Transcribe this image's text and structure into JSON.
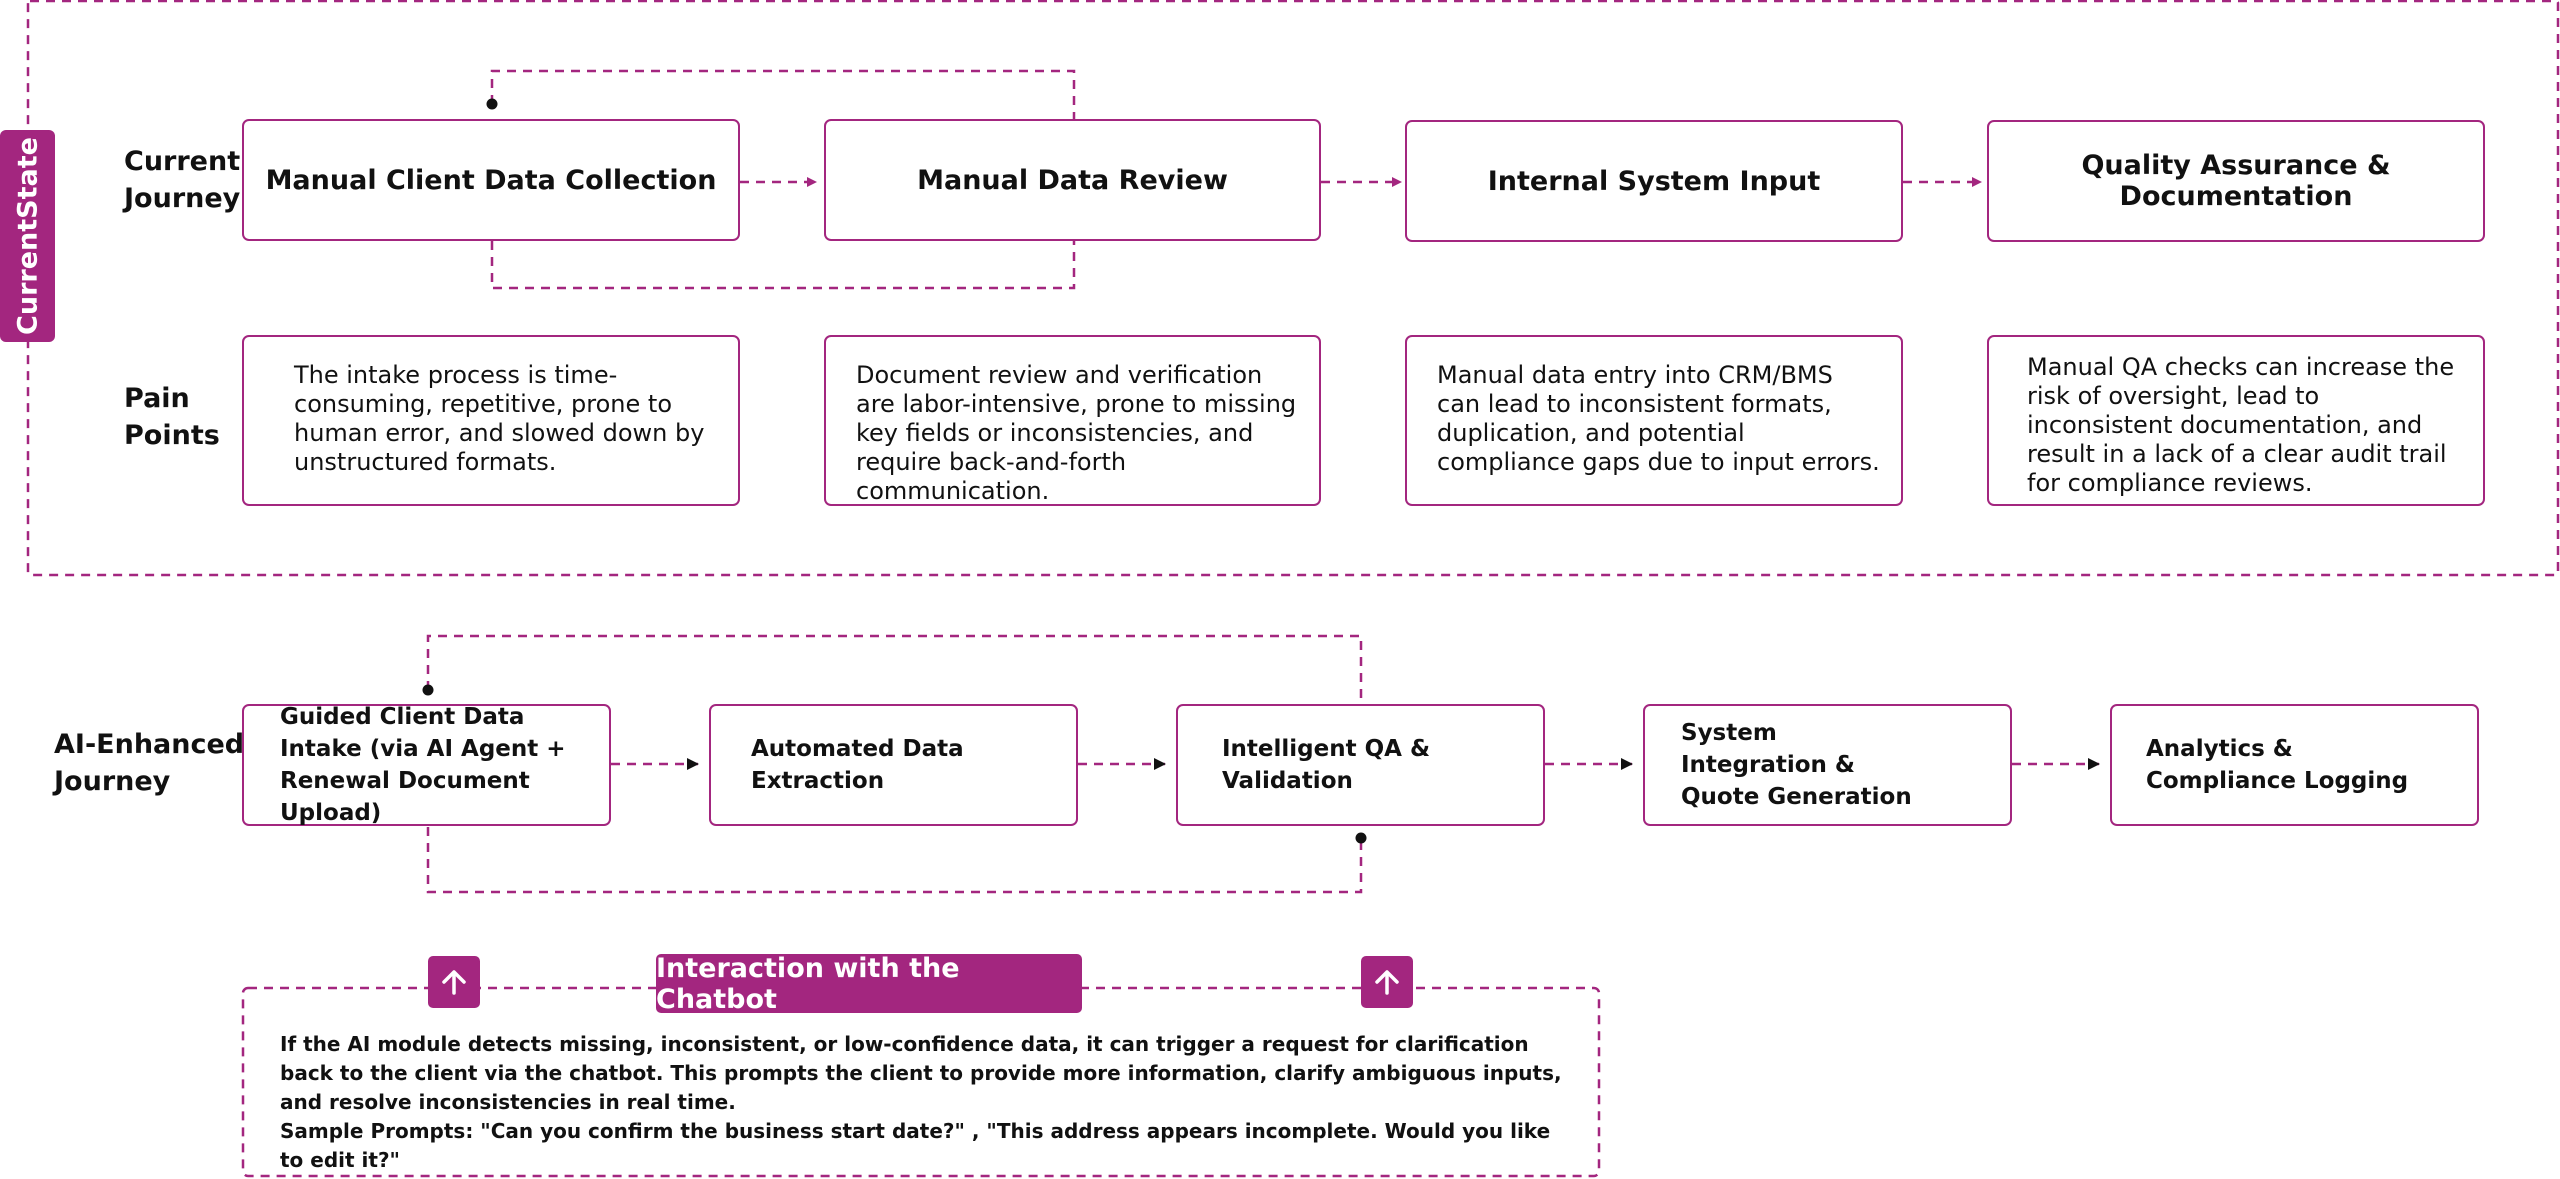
{
  "colors": {
    "accent": "#a3267f",
    "arrow": "#111111"
  },
  "current_state": {
    "tab_label": "CurrentState",
    "journey_label": "Current\nJourney",
    "pain_label": "Pain\nPoints",
    "stages": [
      "Manual Client Data Collection",
      "Manual Data Review",
      "Internal System Input",
      "Quality Assurance & Documentation"
    ],
    "pain_points": [
      "The intake process is time-consuming, repetitive, prone to human error, and slowed down by unstructured formats.",
      "Document review and verification are labor-intensive, prone to missing key fields or inconsistencies, and require back-and-forth communication.",
      "Manual data entry into CRM/BMS can lead to inconsistent formats, duplication, and potential compliance gaps due to input errors.",
      "Manual QA checks can increase the risk of oversight, lead to inconsistent documentation, and result in a lack of a clear audit trail for compliance reviews."
    ]
  },
  "ai_journey": {
    "label": "AI-Enhanced\nJourney",
    "stages": [
      "Guided Client Data Intake (via AI Agent + Renewal Document Upload)",
      "Automated Data Extraction",
      "Intelligent QA & Validation",
      "System Integration & Quote Generation",
      "Analytics & Compliance Logging"
    ]
  },
  "chatbot": {
    "title": "Interaction with the Chatbot",
    "icons": [
      "arrow-up-icon",
      "arrow-up-icon"
    ],
    "description": "If the AI module detects missing, inconsistent, or low-confidence data, it can trigger a request for clarification back to the client via the chatbot. This prompts the client to provide more information, clarify ambiguous inputs, and resolve inconsistencies in real time.",
    "sample_prompts": "Sample Prompts: \"Can you confirm the business start date?\" , \"This address appears incomplete. Would you like to edit it?\""
  }
}
